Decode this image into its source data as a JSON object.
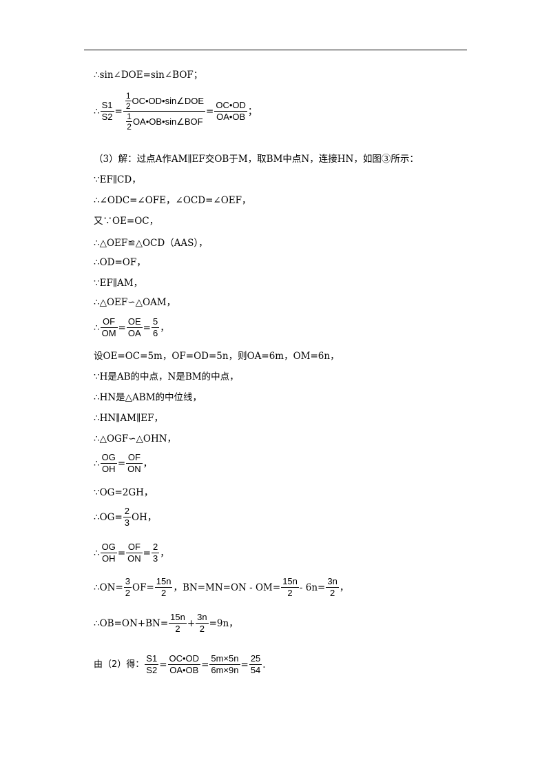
{
  "lines": {
    "l1": "∴sin∠DOE=sin∠BOF；",
    "l3": "（3）解：过点A作AM∥EF交OB于M，取BM中点N，连接HN，如图③所示：",
    "l4": "∵EF∥CD，",
    "l5": "∴∠ODC=∠OFE，∠OCD=∠OEF，",
    "l6": "又∵OE=OC，",
    "l7": "∴△OEF≌△OCD（AAS），",
    "l8": "∴OD=OF，",
    "l9": "∵EF∥AM，",
    "l10": "∴△OEF∽△OAM，",
    "l12": "设OE=OC=5m，OF=OD=5n，则OA=6m，OM=6n，",
    "l13": "∵H是AB的中点，N是BM的中点，",
    "l14": "∴HN是△ABM的中位线，",
    "l15": "∴HN∥AM∥EF，",
    "l16": "∴△OGF∽△OHN，",
    "l18": "∵OG=2GH，"
  },
  "formulas": {
    "f2": {
      "prefix": "∴",
      "s_num": "S1",
      "s_den": "S2",
      "eq": "=",
      "half": "1",
      "two": "2",
      "num_rest": "OC•OD•sin∠DOE",
      "den_rest": "OA•OB•sin∠BOF",
      "eq2": "=",
      "r_num": "OC•OD",
      "r_den": "OA•OB",
      "suffix": "；"
    },
    "f11": {
      "prefix": "∴",
      "a_num": "OF",
      "a_den": "OM",
      "eq": "=",
      "b_num": "OE",
      "b_den": "OA",
      "eq2": "=",
      "c_num": "5",
      "c_den": "6",
      "suffix": "，"
    },
    "f17": {
      "prefix": "∴",
      "a_num": "OG",
      "a_den": "OH",
      "eq": "=",
      "b_num": "OF",
      "b_den": "ON",
      "suffix": "，"
    },
    "f19": {
      "prefix": "∴OG=",
      "a_num": "2",
      "a_den": "3",
      "suffix": "OH，"
    },
    "f20": {
      "prefix": "∴",
      "a_num": "OG",
      "a_den": "OH",
      "eq": "=",
      "b_num": "OF",
      "b_den": "ON",
      "eq2": "=",
      "c_num": "2",
      "c_den": "3",
      "suffix": "，"
    },
    "f21": {
      "prefix": "∴ON=",
      "a_num": "3",
      "a_den": "2",
      "mid1": "OF=",
      "b_num": "15n",
      "b_den": "2",
      "mid2": "，BN=MN=ON - OM=",
      "c_num": "15n",
      "c_den": "2",
      "mid3": " - 6n=",
      "d_num": "3n",
      "d_den": "2",
      "suffix": "，"
    },
    "f22": {
      "prefix": "∴OB=ON+BN=",
      "a_num": "15n",
      "a_den": "2",
      "plus": "+",
      "b_num": "3n",
      "b_den": "2",
      "suffix": "=9n，"
    },
    "f23": {
      "prefix": "由（2）得：",
      "s_num": "S1",
      "s_den": "S2",
      "eq": "=",
      "a_num": "OC•OD",
      "a_den": "OA•OB",
      "eq2": "=",
      "b_num": "5m×5n",
      "b_den": "6m×9n",
      "eq3": "=",
      "c_num": "25",
      "c_den": "54",
      "suffix": "."
    }
  }
}
